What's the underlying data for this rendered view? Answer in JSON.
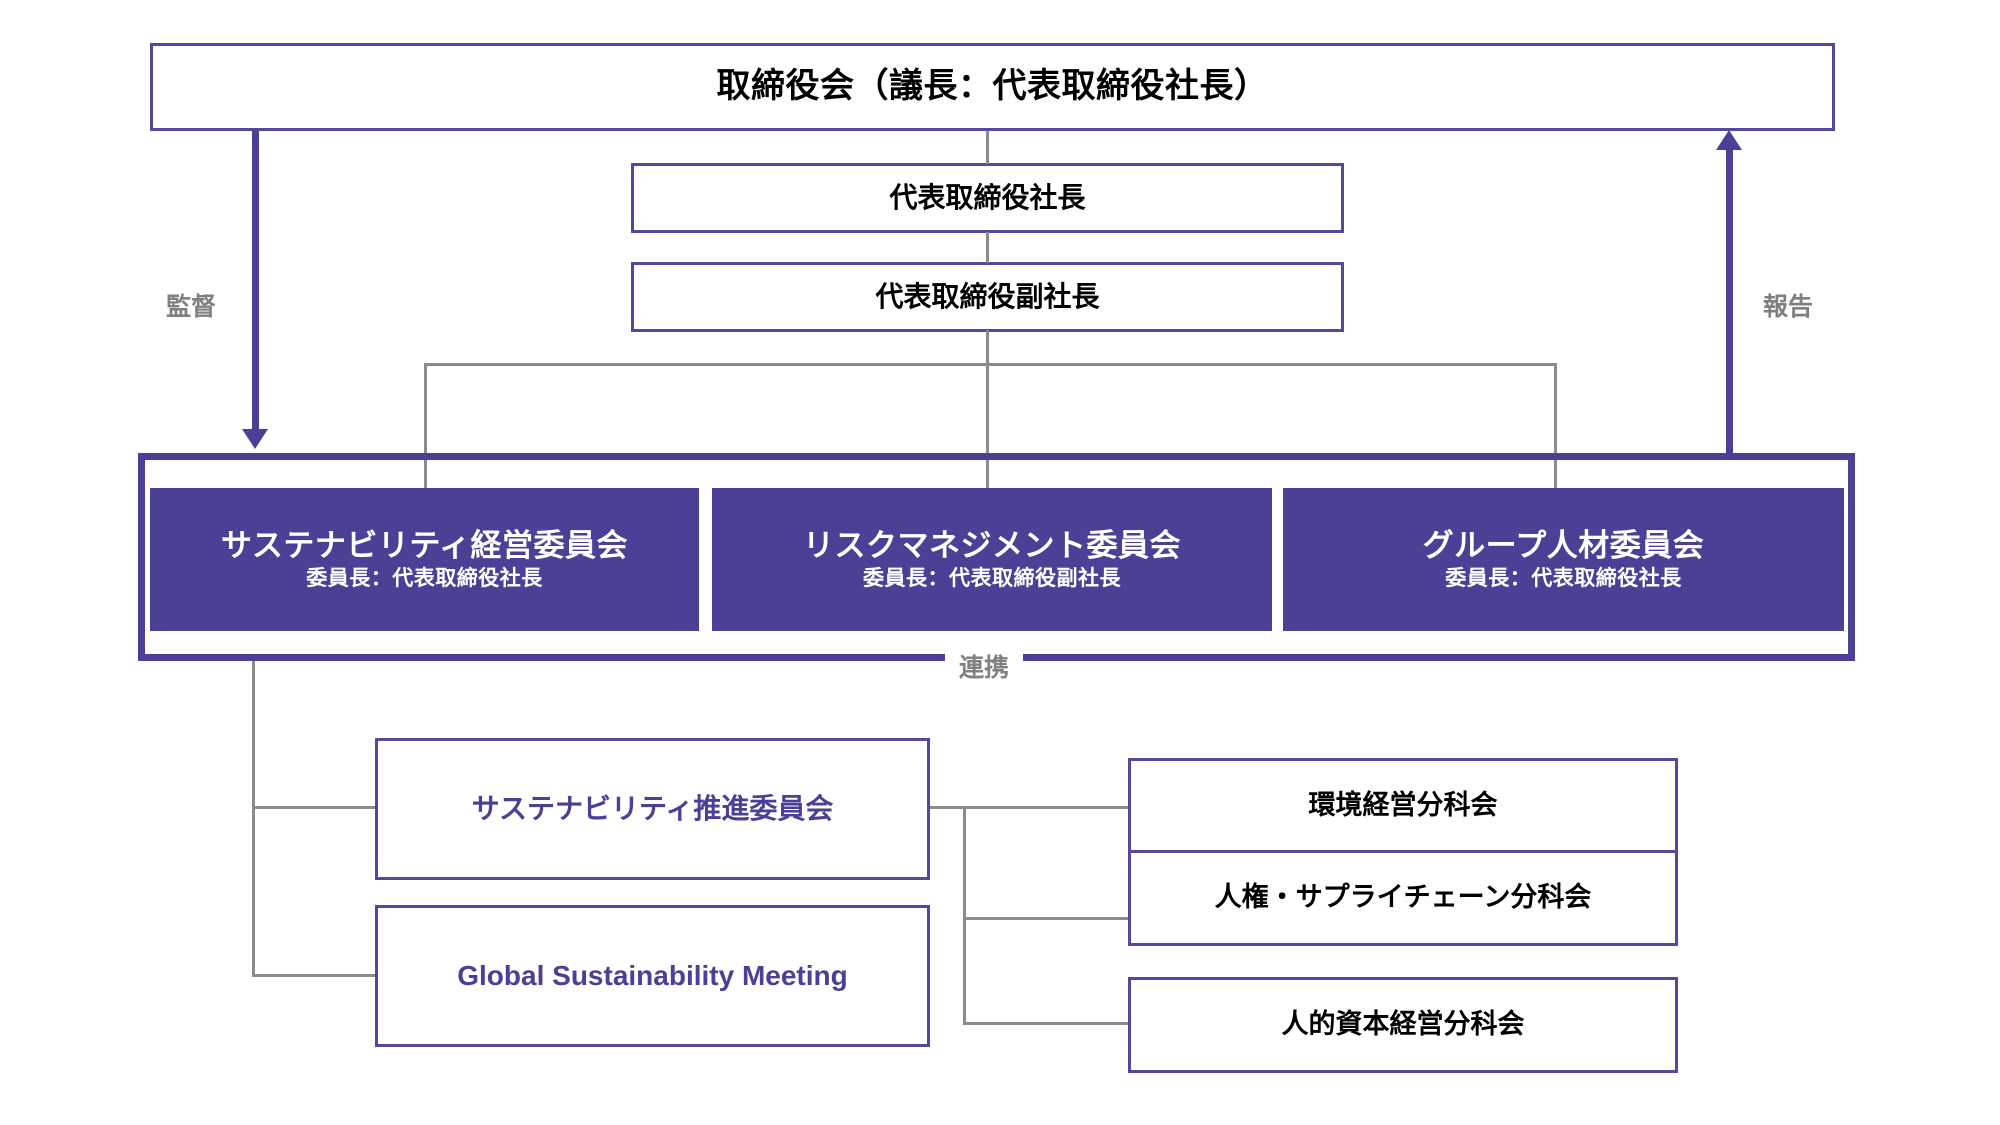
{
  "diagram": {
    "type": "org-chart",
    "title": "Sustainability governance structure",
    "colors": {
      "purple_fill": "#4a4196",
      "purple_border": "#514a9b",
      "gray_line": "#8b8b8b",
      "gray_label": "#808080",
      "white": "#ffffff",
      "black": "#000000"
    }
  },
  "board": {
    "label": "取締役会（議長：代表取締役社長）"
  },
  "executives": [
    {
      "label": "代表取締役社長"
    },
    {
      "label": "代表取締役副社長"
    }
  ],
  "committees": [
    {
      "title": "サステナビリティ経営委員会",
      "chair": "委員長：代表取締役社長"
    },
    {
      "title": "リスクマネジメント委員会",
      "chair": "委員長：代表取締役副社長"
    },
    {
      "title": "グループ人材委員会",
      "chair": "委員長：代表取締役社長"
    }
  ],
  "subgroups_left": [
    {
      "label": "サステナビリティ推進委員会"
    },
    {
      "label": "Global Sustainability Meeting"
    }
  ],
  "subgroups_right": [
    {
      "label": "環境経営分科会"
    },
    {
      "label": "人権・サプライチェーン分科会"
    },
    {
      "label": "人的資本経営分科会"
    }
  ],
  "edge_labels": {
    "supervise": "監督",
    "report": "報告",
    "cooperate": "連携"
  }
}
